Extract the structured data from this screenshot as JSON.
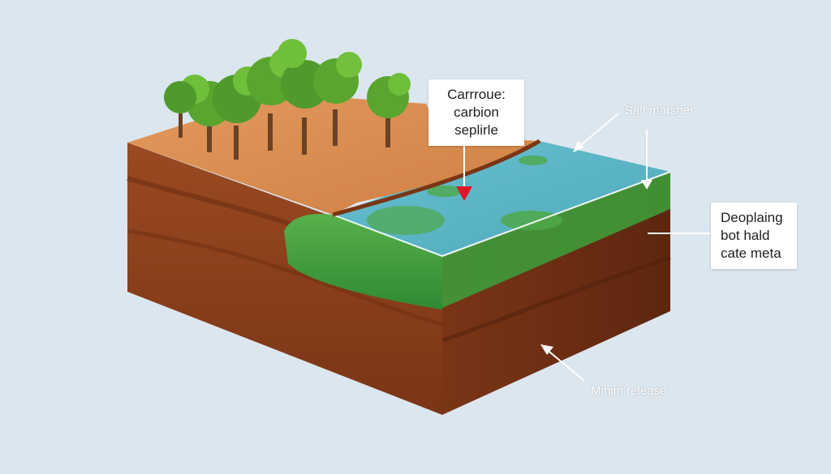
{
  "labels": {
    "carbon_box": {
      "lines": [
        "Carrroue:",
        "carbion",
        "seplirle"
      ]
    },
    "salt_marsh": "Salt marsher",
    "deposit_box": {
      "lines": [
        "Deoplaing",
        "bot hald",
        "cate meta"
      ]
    },
    "release": "Minim release"
  },
  "colors": {
    "background": "#dbe6ef",
    "soil_top": "#d98a4e",
    "soil_front": "#8a3f1c",
    "soil_side": "#6e2f14",
    "water": "#5fb7c8",
    "grass": "#3f9a3a",
    "tree_foliage": "#5aa52f",
    "marker": "#e0162b"
  }
}
